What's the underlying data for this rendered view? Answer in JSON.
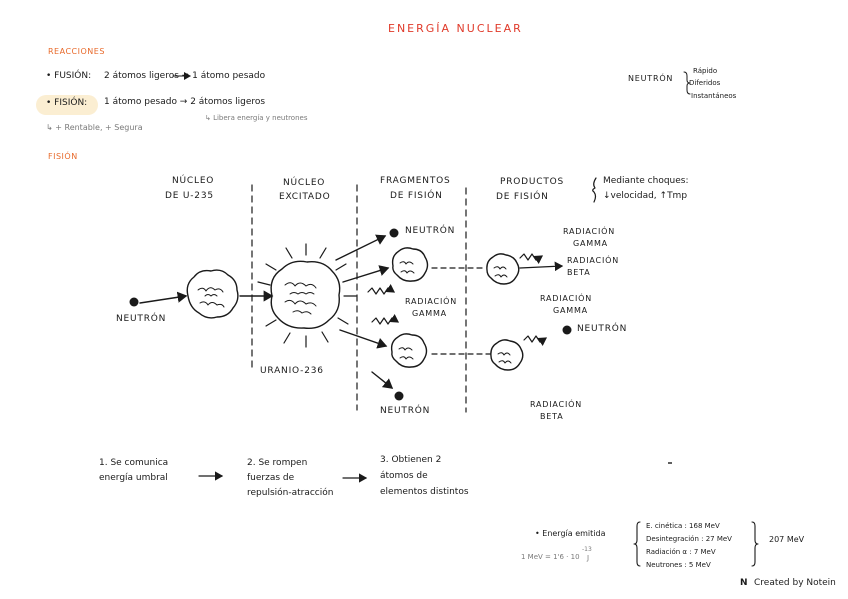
{
  "page": {
    "title": "ENERGÍA NUCLEAR",
    "reactions_heading": "REACCIONES",
    "fission_heading": "FISIÓN"
  },
  "reactions": {
    "fusion_label": "• FUSIÓN:",
    "fusion_text": "2 átomos ligeros → 1 átomo pesado",
    "fision_label": "• FISIÓN:",
    "fision_text": "1 átomo pesado → 2 átomos ligeros",
    "fision_sub": "↳ Libera energía y neutrones",
    "fision_note": "↳ + Rentable, + Segura"
  },
  "neutron_note": {
    "label": "NEUTRÓN",
    "items": [
      "Rápido",
      "Diferidos",
      "Instantáneos"
    ]
  },
  "diagram": {
    "col1_title": [
      "NÚCLEO",
      "DE U-235"
    ],
    "col2_title": [
      "NÚCLEO",
      "EXCITADO"
    ],
    "col3_title": [
      "FRAGMENTOS",
      "DE FISIÓN"
    ],
    "col4_title": [
      "PRODUCTOS",
      "DE FISIÓN"
    ],
    "choques_text": [
      "Mediante choques:",
      "↓velocidad, ↑Tmp"
    ],
    "neutron_in": "NEUTRÓN",
    "uranio": "URANIO-236",
    "neutron_top": "NEUTRÓN",
    "radiacion_gamma_mid": [
      "RADIACIÓN",
      "GAMMA"
    ],
    "neutron_bottom": "NEUTRÓN",
    "right_gamma_top": [
      "RADIACIÓN",
      "GAMMA"
    ],
    "right_beta_top": [
      "RADIACIÓN",
      "BETA"
    ],
    "right_gamma_bottom": [
      "RADIACIÓN",
      "GAMMA"
    ],
    "right_neutron": "NEUTRÓN",
    "right_beta_bottom": [
      "RADIACIÓN",
      "BETA"
    ]
  },
  "steps": {
    "step1": [
      "1. Se comunica",
      "energía umbral"
    ],
    "step2": [
      "2. Se rompen",
      "fuerzas de",
      "repulsión-atracción"
    ],
    "step3": [
      "3. Obtienen 2",
      "átomos de",
      "elementos distintos"
    ]
  },
  "energy": {
    "label": "• Energía emitida",
    "items": [
      "E. cinética : 168 MeV",
      "Desintegración : 27 MeV",
      "Radiación α : 7 MeV",
      "Neutrones : 5 MeV"
    ],
    "total": "207 MeV",
    "conversion": "1 MeV = 1'6 · 10",
    "conversion_exp": "-13",
    "conversion_unit": "J"
  },
  "watermark": {
    "logo": "N",
    "text": "Created by Notein"
  },
  "colors": {
    "title": "#e03a2a",
    "headings": "#e8692a",
    "highlight": "#fbeed2",
    "ink": "#1a1a1a",
    "pencil": "#7a7a7a"
  }
}
